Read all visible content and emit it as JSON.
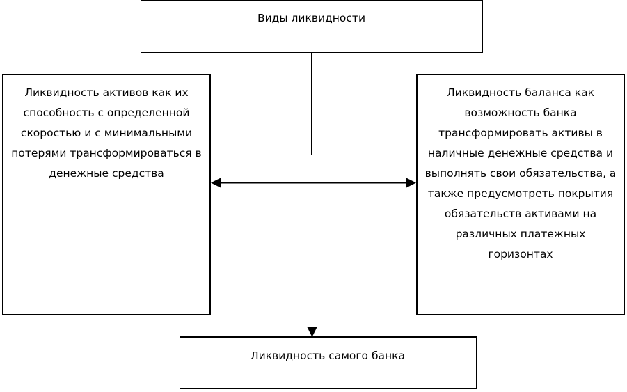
{
  "diagram": {
    "title": "Виды ликвидности",
    "type": "flow-diagram",
    "background_color": "#ffffff",
    "line_color": "#000000",
    "nodes": {
      "top": {
        "label": "Виды ликвидности",
        "role": "root"
      },
      "left": {
        "label": "Ликвидность активов как их способность с определенной скоростью и с минимальными потерями трансформироваться в денежные средства",
        "role": "branch-left"
      },
      "right": {
        "label": "Ликвидность баланса как возможность банка трансформировать активы в наличные денежные средства и выполнять свои обязательства, а также предусмотреть покрытия обязательств активами на различных платежных горизонтах",
        "role": "branch-right"
      },
      "bottom": {
        "label": "Ликвидность самого банка",
        "role": "result"
      }
    },
    "connectors": {
      "stem": "vertical-line-from-root",
      "bidirectional": "double-headed-horizontal-arrow",
      "down": "down-arrow-to-result"
    }
  }
}
